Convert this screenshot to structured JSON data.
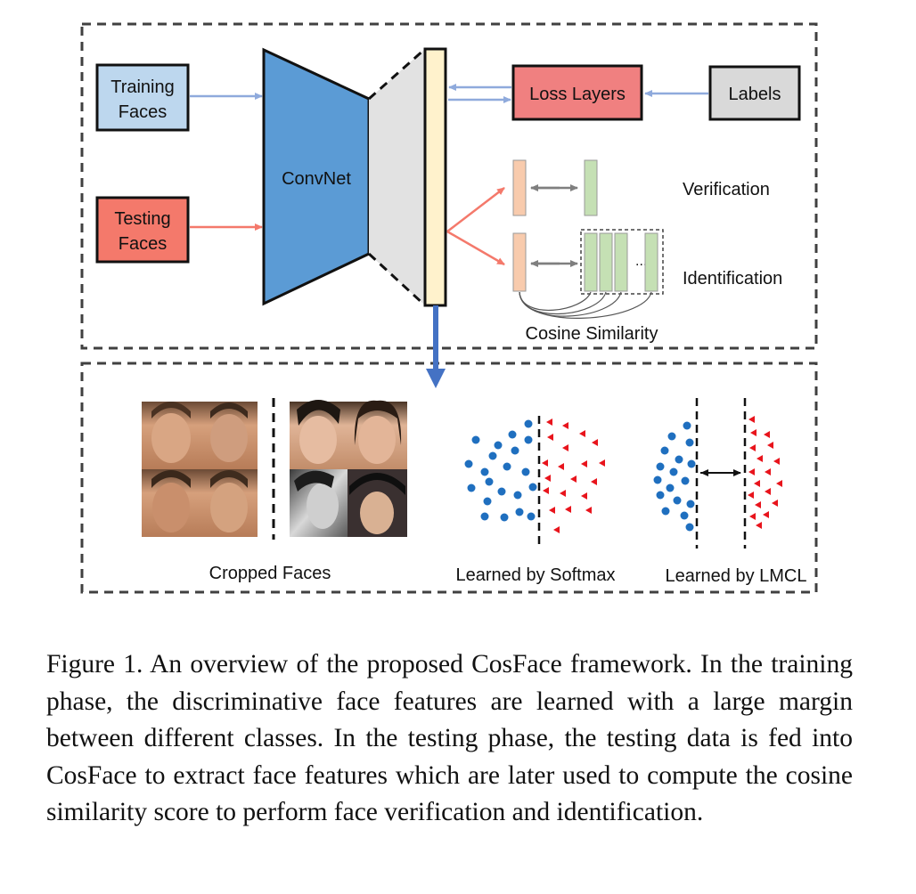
{
  "diagram": {
    "inputs": {
      "training_line1": "Training",
      "training_line2": "Faces",
      "testing_line1": "Testing",
      "testing_line2": "Faces"
    },
    "network_label": "ConvNet",
    "loss_label": "Loss Layers",
    "labels_label": "Labels",
    "verification_label": "Verification",
    "identification_label": "Identification",
    "ellipsis": "...",
    "cosine_label": "Cosine Similarity",
    "cropped_label": "Cropped Faces",
    "softmax_label": "Learned by Softmax",
    "lmcl_label": "Learned by LMCL",
    "colors": {
      "training_box": "#bdd7ee",
      "testing_box": "#f4796b",
      "loss_box": "#f08080",
      "labels_box": "#d9d9d9",
      "convnet": "#5b9bd5",
      "feature_bar": "#fff2cc",
      "training_arrow": "#8faadc",
      "testing_arrow": "#f4796b",
      "feature_a": "#f8cbad",
      "feature_b": "#c5e0b4",
      "class_blue": "#1f6fbf",
      "class_red": "#e8141c"
    }
  },
  "caption": "Figure 1. An overview of the proposed CosFace framework. In the training phase, the discriminative face features are learned with a large margin between different classes. In the testing phase, the testing data is fed into CosFace to extract face features which are later used to compute the cosine similarity score to perform face verification and identification."
}
